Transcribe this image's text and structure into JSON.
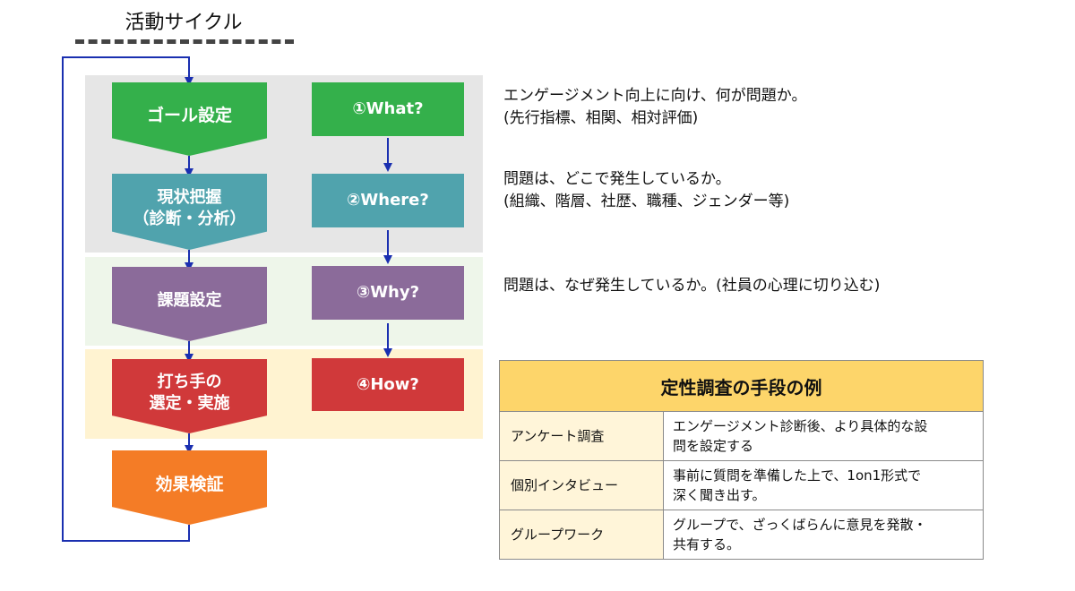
{
  "title": "活動サイクル",
  "colors": {
    "goal": "#34b04b",
    "diagnosis": "#50a3ad",
    "issue": "#8b6b9a",
    "action": "#d0393a",
    "verify": "#f47c26",
    "loop_line": "#1a2fb0",
    "table_header": "#fdd56a"
  },
  "steps": [
    {
      "lines": [
        "ゴール設定"
      ]
    },
    {
      "lines": [
        "現状把握",
        "（診断・分析）"
      ]
    },
    {
      "lines": [
        "課題設定"
      ]
    },
    {
      "lines": [
        "打ち手の",
        "選定・実施"
      ]
    },
    {
      "lines": [
        "効果検証"
      ]
    }
  ],
  "questions": [
    "①What?",
    "②Where?",
    "③Why?",
    "④How?"
  ],
  "descriptions": [
    [
      "エンゲージメント向上に向け、何が問題か。",
      "(先行指標、相関、相対評価)"
    ],
    [
      "問題は、どこで発生しているか。",
      "(組織、階層、社歴、職種、ジェンダー等)"
    ],
    [
      "問題は、なぜ発生しているか。(社員の心理に切り込む)"
    ]
  ],
  "methods_table": {
    "title": "定性調査の手段の例",
    "rows": [
      {
        "name": "アンケート調査",
        "text": [
          "エンゲージメント診断後、より具体的な設",
          "問を設定する"
        ]
      },
      {
        "name": "個別インタビュー",
        "text": [
          "事前に質問を準備した上で、1on1形式で",
          "深く聞き出す。"
        ]
      },
      {
        "name": "グループワーク",
        "text": [
          "グループで、ざっくばらんに意見を発散・",
          "共有する。"
        ]
      }
    ]
  }
}
